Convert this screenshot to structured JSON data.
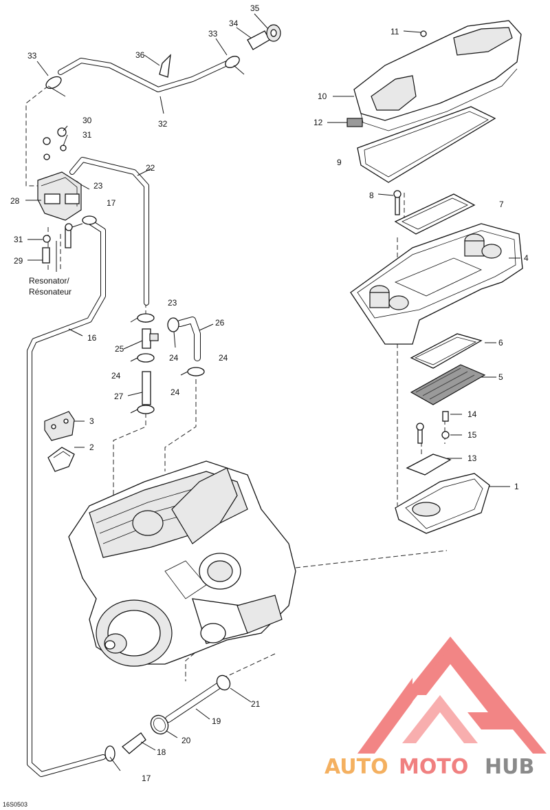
{
  "diagram_code": "16S0503",
  "watermark": {
    "brand_auto": "AUTO",
    "brand_moto": "MOTO",
    "brand_hub": "HUB",
    "logo_color": "#f07070",
    "text_color_accent": "#f4b060",
    "text_color_dark": "#8a8a8a"
  },
  "resonator_label": [
    "Resonator/",
    "Résonateur"
  ],
  "callouts": {
    "c1": "1",
    "c2": "2",
    "c3": "3",
    "c4": "4",
    "c5": "5",
    "c6": "6",
    "c7": "7",
    "c8": "8",
    "c9": "9",
    "c10": "10",
    "c11": "11",
    "c12": "12",
    "c13": "13",
    "c14": "14",
    "c15": "15",
    "c16": "16",
    "c17a": "17",
    "c17b": "17",
    "c18": "18",
    "c19": "19",
    "c20": "20",
    "c21": "21",
    "c22": "22",
    "c23a": "23",
    "c23b": "23",
    "c24a": "24",
    "c24b": "24",
    "c24c": "24",
    "c24d": "24",
    "c25": "25",
    "c26": "26",
    "c27": "27",
    "c28": "28",
    "c29": "29",
    "c30": "30",
    "c31a": "31",
    "c31b": "31",
    "c32": "32",
    "c33a": "33",
    "c33b": "33",
    "c34": "34",
    "c35": "35",
    "c36": "36"
  }
}
